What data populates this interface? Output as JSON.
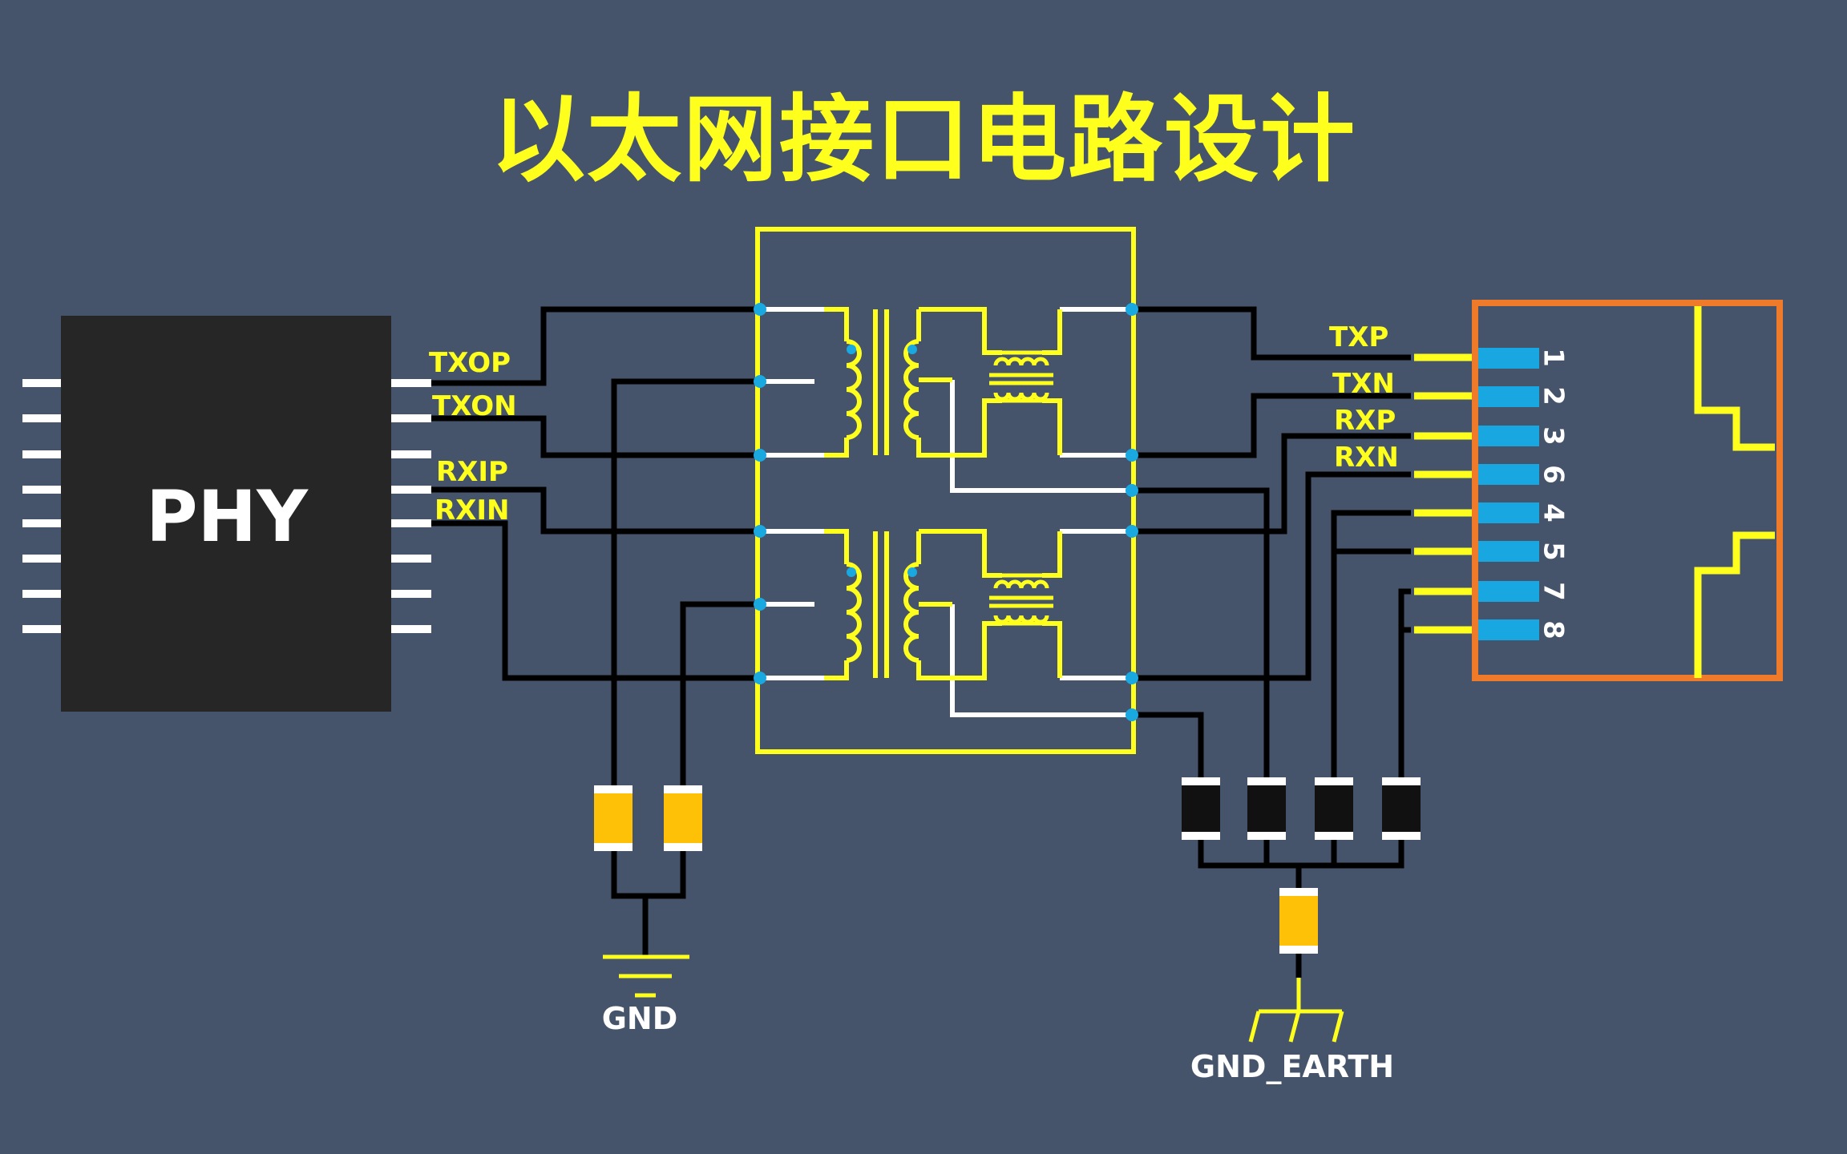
{
  "title": "以太网接口电路设计",
  "phy": {
    "label": "PHY"
  },
  "phy_signals": [
    "TXOP",
    "TXON",
    "RXIP",
    "RXIN"
  ],
  "connector_signals": [
    "TXP",
    "TXN",
    "RXP",
    "RXN"
  ],
  "connector_pins": [
    "1",
    "2",
    "3",
    "6",
    "4",
    "5",
    "7",
    "8"
  ],
  "ground_labels": {
    "gnd": "GND",
    "earth": "GND_EARTH"
  },
  "colors": {
    "background": "#46546b",
    "accent": "#ffff1e",
    "wire": "#000000",
    "node": "#1aa8e0",
    "connector_outline": "#ef7a2a",
    "pin": "#19a7e2",
    "capacitor": "#ffc107",
    "chip": "#262626"
  },
  "icons": [
    "phy-chip",
    "transformer-coil",
    "common-mode-choke",
    "capacitor",
    "resistor",
    "ground-symbol",
    "earth-ground-symbol",
    "rj45-connector"
  ]
}
